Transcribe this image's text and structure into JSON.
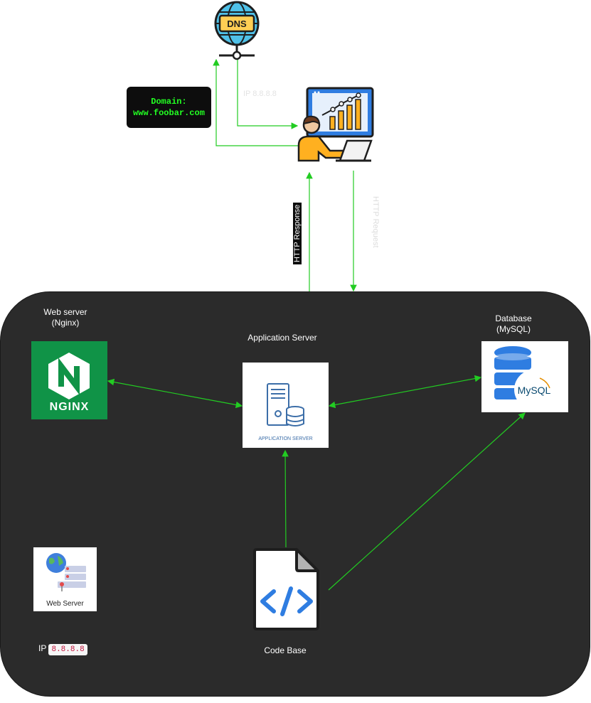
{
  "domain_box": {
    "title": "Domain:",
    "value": "www.foobar.com"
  },
  "dns_icon": {
    "label": "DNS"
  },
  "edges": {
    "ip_label": "IP 8.8.8.8",
    "http_response": "HTTP Response",
    "http_request": "HTTP Request"
  },
  "web_server_nginx": {
    "title": "Web server",
    "subtitle": "(Nginx)",
    "logo_text": "NGINX"
  },
  "application_server": {
    "title": "Application Server",
    "caption": "APPLICATION SERVER"
  },
  "database": {
    "title": "Database",
    "subtitle": "(MySQL)",
    "logo_text": "MySQL"
  },
  "code_base": {
    "title": "Code Base"
  },
  "web_server_card": {
    "caption": "Web Server"
  },
  "server_ip": {
    "prefix": "IP",
    "value": "8.8.8.8"
  },
  "colors": {
    "edge": "#22cc22",
    "zone": "#2b2b2b",
    "nginx": "#109347",
    "accent_blue": "#2f7de1"
  }
}
